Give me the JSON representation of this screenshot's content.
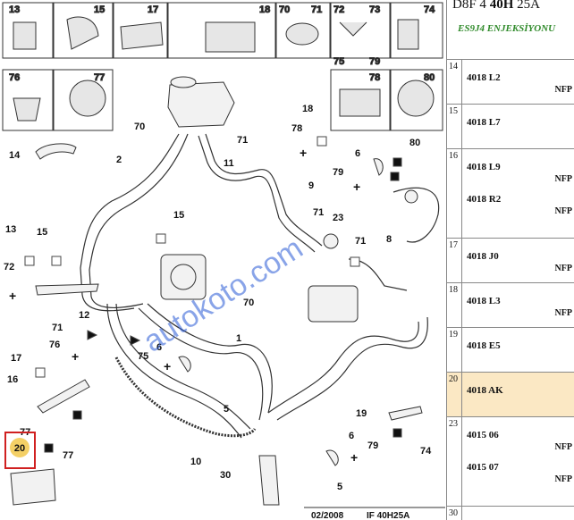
{
  "diagram": {
    "watermark": "autokoto.com",
    "footer_date": "02/2008",
    "footer_ref": "IF 40H25A",
    "highlighted_callout": "20",
    "thumbnails": [
      {
        "num": "13"
      },
      {
        "num": "15"
      },
      {
        "num": "17"
      },
      {
        "num": "18"
      },
      {
        "num": "70"
      },
      {
        "num": "71"
      },
      {
        "num": "72"
      },
      {
        "num": "73"
      },
      {
        "num": "74"
      },
      {
        "num": "75"
      },
      {
        "num": "79"
      },
      {
        "num": "76"
      },
      {
        "num": "77"
      },
      {
        "num": "78"
      },
      {
        "num": "80"
      },
      {
        "num": "78"
      }
    ],
    "callouts": [
      {
        "label": "70"
      },
      {
        "label": "71"
      },
      {
        "label": "14"
      },
      {
        "label": "2"
      },
      {
        "label": "11"
      },
      {
        "label": "18"
      },
      {
        "label": "78"
      },
      {
        "label": "6"
      },
      {
        "label": "80"
      },
      {
        "label": "79"
      },
      {
        "label": "9"
      },
      {
        "label": "15"
      },
      {
        "label": "13"
      },
      {
        "label": "15"
      },
      {
        "label": "72"
      },
      {
        "label": "71"
      },
      {
        "label": "23"
      },
      {
        "label": "71"
      },
      {
        "label": "8"
      },
      {
        "label": "12"
      },
      {
        "label": "70"
      },
      {
        "label": "71"
      },
      {
        "label": "76"
      },
      {
        "label": "17"
      },
      {
        "label": "16"
      },
      {
        "label": "75"
      },
      {
        "label": "6"
      },
      {
        "label": "1"
      },
      {
        "label": "5"
      },
      {
        "label": "19"
      },
      {
        "label": "77"
      },
      {
        "label": "77"
      },
      {
        "label": "10"
      },
      {
        "label": "6"
      },
      {
        "label": "79"
      },
      {
        "label": "74"
      },
      {
        "label": "30"
      },
      {
        "label": "5"
      }
    ]
  },
  "side_panel": {
    "code_prefix": "D8F 4 ",
    "code_bold": "40H",
    "code_suffix": " 25A",
    "engine": "ES9J4 ENJEKSİYONU",
    "rows": [
      {
        "num": "14",
        "refs": [
          {
            "ref": "4018 L2",
            "nfp": "NFP"
          }
        ]
      },
      {
        "num": "15",
        "refs": [
          {
            "ref": "4018 L7",
            "nfp": ""
          }
        ]
      },
      {
        "num": "16",
        "refs": [
          {
            "ref": "4018 L9",
            "nfp": "NFP"
          },
          {
            "ref": "4018 R2",
            "nfp": "NFP"
          }
        ]
      },
      {
        "num": "17",
        "refs": [
          {
            "ref": "4018 J0",
            "nfp": "NFP"
          }
        ]
      },
      {
        "num": "18",
        "refs": [
          {
            "ref": "4018 L3",
            "nfp": "NFP"
          }
        ]
      },
      {
        "num": "19",
        "refs": [
          {
            "ref": "4018 E5",
            "nfp": ""
          }
        ]
      },
      {
        "num": "20",
        "refs": [
          {
            "ref": "4018 AK",
            "nfp": ""
          }
        ]
      },
      {
        "num": "23",
        "refs": [
          {
            "ref": "4015 06",
            "nfp": "NFP"
          },
          {
            "ref": "4015 07",
            "nfp": "NFP"
          }
        ]
      },
      {
        "num": "30",
        "refs": []
      }
    ]
  }
}
